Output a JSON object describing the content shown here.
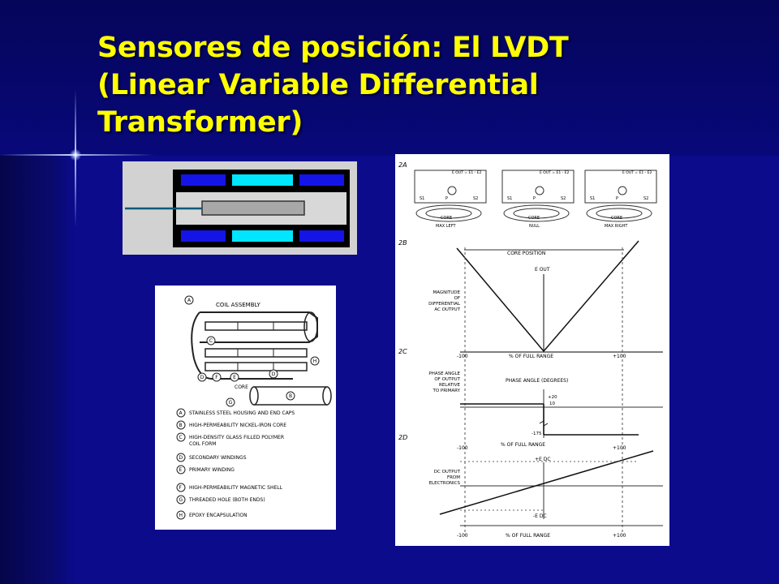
{
  "slide": {
    "title_lines": [
      "Sensores de posición: El LVDT",
      "(Linear Variable Differential",
      "Transformer)"
    ]
  },
  "coil_diagram": {
    "header": "COIL ASSEMBLY",
    "core_label": "CORE",
    "callouts": [
      "A",
      "B",
      "C",
      "D",
      "E",
      "F",
      "G",
      "H"
    ],
    "legend": [
      {
        "key": "A",
        "text": "STAINLESS STEEL HOUSING AND END CAPS"
      },
      {
        "key": "B",
        "text": "HIGH-PERMEABILITY NICKEL-IRON CORE"
      },
      {
        "key": "C",
        "text": "HIGH-DENSITY GLASS FILLED POLYMER"
      },
      {
        "key": "C2",
        "text": "COIL FORM"
      },
      {
        "key": "D",
        "text": "SECONDARY WINDINGS"
      },
      {
        "key": "E",
        "text": "PRIMARY WINDING"
      },
      {
        "key": "F",
        "text": "HIGH-PERMEABILITY MAGNETIC SHELL"
      },
      {
        "key": "G",
        "text": "THREADED HOLE (BOTH ENDS)"
      },
      {
        "key": "H",
        "text": "EPOXY ENCAPSULATION"
      }
    ]
  },
  "response_diagram": {
    "section_2a": "2A",
    "section_2b": "2B",
    "section_2c": "2C",
    "section_2d": "2D",
    "positions": [
      "MAX LEFT",
      "NULL",
      "MAX RIGHT"
    ],
    "eout_formula": "E OUT = E1 - E2",
    "core_label": "CORE",
    "s1": "S1",
    "p": "P",
    "s2": "S2",
    "core_position": "CORE POSITION",
    "eout": "E OUT",
    "magnitude_label": [
      "MAGNITUDE",
      "OF",
      "DIFFERENTIAL",
      "AC OUTPUT"
    ],
    "minus100": "-100",
    "plus100": "+100",
    "full_range": "% OF FULL RANGE",
    "phase_label": [
      "PHASE ANGLE",
      "OF OUTPUT",
      "RELATIVE",
      "TO PRIMARY"
    ],
    "phase_title": "PHASE ANGLE (DEGREES)",
    "p20": "+20",
    "p10": "10",
    "m175": "-175",
    "dc_label": [
      "DC OUTPUT",
      "FROM",
      "ELECTRONICS"
    ],
    "plus_edc": "+E DC",
    "minus_edc": "-E DC"
  }
}
